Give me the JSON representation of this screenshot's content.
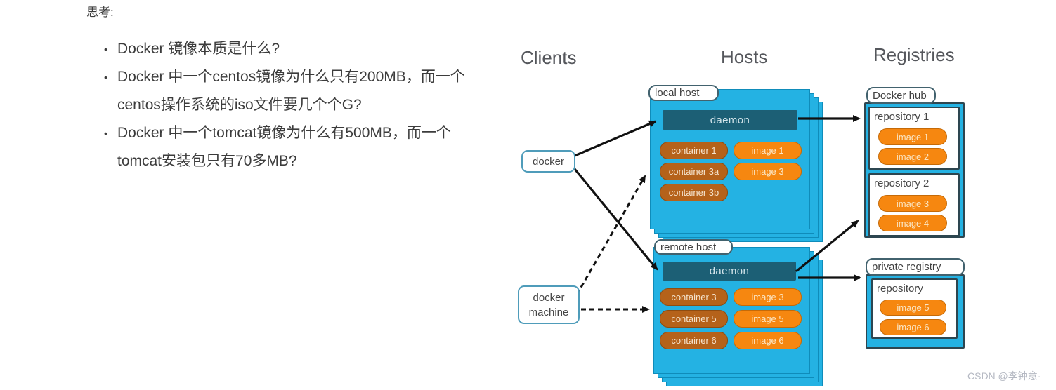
{
  "think": {
    "title": "思考:",
    "bullet_char": "•",
    "lines": [
      "Docker 镜像本质是什么?",
      "Docker 中一个centos镜像为什么只有200MB，而一个",
      "centos操作系统的iso文件要几个个G?",
      "Docker 中一个tomcat镜像为什么有500MB，而一个",
      "tomcat安装包只有70多MB?"
    ]
  },
  "diagram": {
    "headers": {
      "clients": "Clients",
      "hosts": "Hosts",
      "registries": "Registries"
    },
    "clients": {
      "docker": "docker",
      "docker_machine": "docker machine"
    },
    "hosts": {
      "local": {
        "label": "local host",
        "daemon": "daemon",
        "containers": [
          "container 1",
          "container 3a",
          "container 3b"
        ],
        "images": [
          "image 1",
          "image 3"
        ]
      },
      "remote": {
        "label": "remote host",
        "daemon": "daemon",
        "containers": [
          "container 3",
          "container 5",
          "container 6"
        ],
        "images": [
          "image 3",
          "image 5",
          "image 6"
        ]
      }
    },
    "registries": {
      "docker_hub": {
        "label": "Docker hub",
        "repos": [
          {
            "name": "repository 1",
            "images": [
              "image 1",
              "image 2"
            ]
          },
          {
            "name": "repository 2",
            "images": [
              "image 3",
              "image 4"
            ]
          }
        ]
      },
      "private": {
        "label": "private registry",
        "repo": {
          "name": "repository",
          "images": [
            "image 5",
            "image 6"
          ]
        }
      }
    }
  },
  "watermark": "CSDN @李钟意·",
  "colors": {
    "cyan": "#24b2e3",
    "cyan-edge": "#0f8cba",
    "teal": "#1c5f75",
    "container": "#b5621a",
    "image": "#f68710",
    "arrow": "#111111",
    "header-gray": "#55575c",
    "text-dark": "#3c3c3c",
    "watermark": "#b4b8c2"
  }
}
